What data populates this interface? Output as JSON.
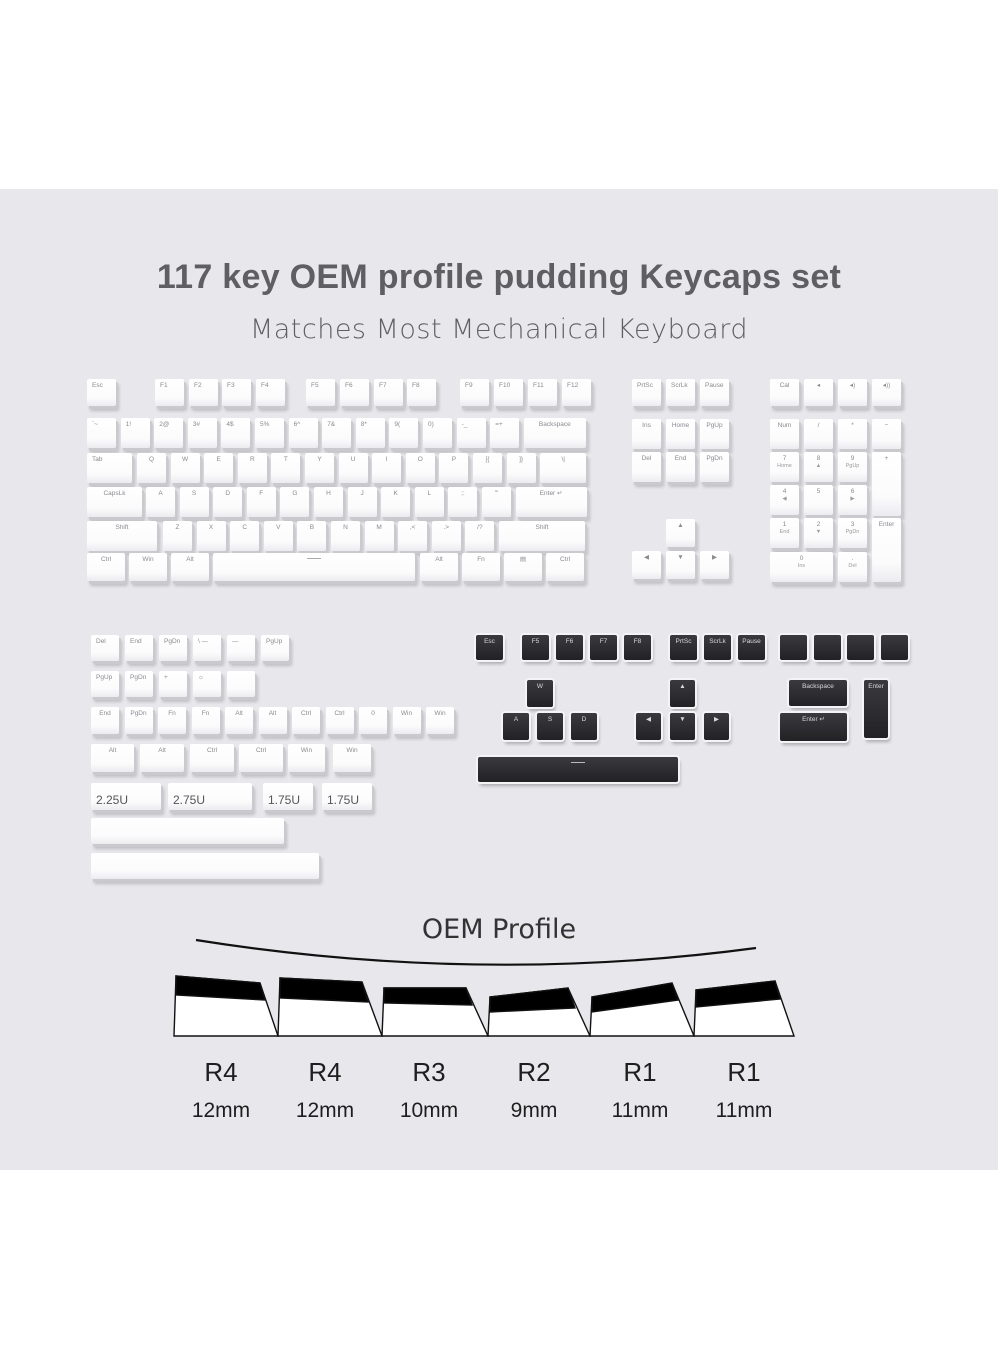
{
  "header": {
    "title": "117 key OEM profile pudding Keycaps set",
    "subtitle": "Matches Most Mechanical Keyboard"
  },
  "main_keyboard": {
    "function_row": [
      "Esc",
      "F1",
      "F2",
      "F3",
      "F4",
      "F5",
      "F6",
      "F7",
      "F8",
      "F9",
      "F10",
      "F11",
      "F12"
    ],
    "number_row": [
      "`~",
      "1!",
      "2@",
      "3#",
      "4$",
      "5%",
      "6^",
      "7&",
      "8*",
      "9(",
      "0)",
      "-_",
      "=+",
      "Backspace"
    ],
    "qwerty_row": [
      "Tab",
      "Q",
      "W",
      "E",
      "R",
      "T",
      "Y",
      "U",
      "I",
      "O",
      "P",
      "[{",
      "]}",
      "\\|"
    ],
    "home_row": [
      "CapsLk",
      "A",
      "S",
      "D",
      "F",
      "G",
      "H",
      "J",
      "K",
      "L",
      ";:",
      "'\"",
      "Enter ↵"
    ],
    "shift_row": [
      "Shift",
      "Z",
      "X",
      "C",
      "V",
      "B",
      "N",
      "M",
      ",<",
      ".>",
      "/?",
      "Shift"
    ],
    "bottom_row": [
      "Ctrl",
      "Win",
      "Alt",
      "",
      "Alt",
      "Fn",
      "▤",
      "Ctrl"
    ]
  },
  "nav_cluster": {
    "top": [
      "PrtSc",
      "ScrLk",
      "Pause"
    ],
    "row1": [
      "Ins",
      "Home",
      "PgUp"
    ],
    "row2": [
      "Del",
      "End",
      "PgDn"
    ],
    "arrows": [
      "▲",
      "◀",
      "▼",
      "▶"
    ]
  },
  "numpad": {
    "media": [
      "Cal",
      "◂",
      "◂)",
      "◂))"
    ],
    "row1": [
      "Num",
      "/",
      "*",
      "−"
    ],
    "row2": [
      {
        "main": "7",
        "sub": "Home"
      },
      {
        "main": "8",
        "sub": "▲"
      },
      {
        "main": "9",
        "sub": "PgUp"
      }
    ],
    "plus": "+",
    "row3": [
      {
        "main": "4",
        "sub": "◀"
      },
      {
        "main": "5",
        "sub": ""
      },
      {
        "main": "6",
        "sub": "▶"
      }
    ],
    "row4": [
      {
        "main": "1",
        "sub": "End"
      },
      {
        "main": "2",
        "sub": "▼"
      },
      {
        "main": "3",
        "sub": "PgDn"
      }
    ],
    "enter": "Enter",
    "row5": [
      {
        "main": "0",
        "sub": "Ins"
      },
      {
        "main": ".",
        "sub": "Del"
      }
    ]
  },
  "extra_white": {
    "row1": [
      "Del",
      "End",
      "PgDn",
      "\\ —",
      "—",
      "PgUp"
    ],
    "row2": [
      "PgUp",
      "PgDn",
      "+",
      "☼",
      ""
    ],
    "row3": [
      "End",
      "PgDn",
      "Fn",
      "Fn",
      "Alt",
      "Alt",
      "Ctrl",
      "Ctrl",
      "0",
      "Win",
      "Win"
    ],
    "row4": [
      "Alt",
      "Alt",
      "Ctrl",
      "Ctrl",
      "Win",
      "Win"
    ],
    "row5": [
      "2.25U",
      "2.75U",
      "1.75U",
      "1.75U"
    ],
    "spacebars": [
      "",
      ""
    ]
  },
  "extra_dark": {
    "row1": [
      "Esc",
      "F5",
      "F6",
      "F7",
      "F8",
      "PrtSc",
      "ScrLk",
      "Pause",
      "",
      "",
      "",
      ""
    ],
    "wasd": [
      "W",
      "A",
      "S",
      "D"
    ],
    "arrows": [
      "▲",
      "◀",
      "▼",
      "▶"
    ],
    "backspace": "Backspace",
    "enter_wide": "Enter ↵",
    "enter_tall": "Enter"
  },
  "profile": {
    "title": "OEM Profile",
    "rows": [
      {
        "row": "R4",
        "height": "12mm"
      },
      {
        "row": "R4",
        "height": "12mm"
      },
      {
        "row": "R3",
        "height": "10mm"
      },
      {
        "row": "R2",
        "height": "9mm"
      },
      {
        "row": "R1",
        "height": "11mm"
      },
      {
        "row": "R1",
        "height": "11mm"
      }
    ]
  }
}
